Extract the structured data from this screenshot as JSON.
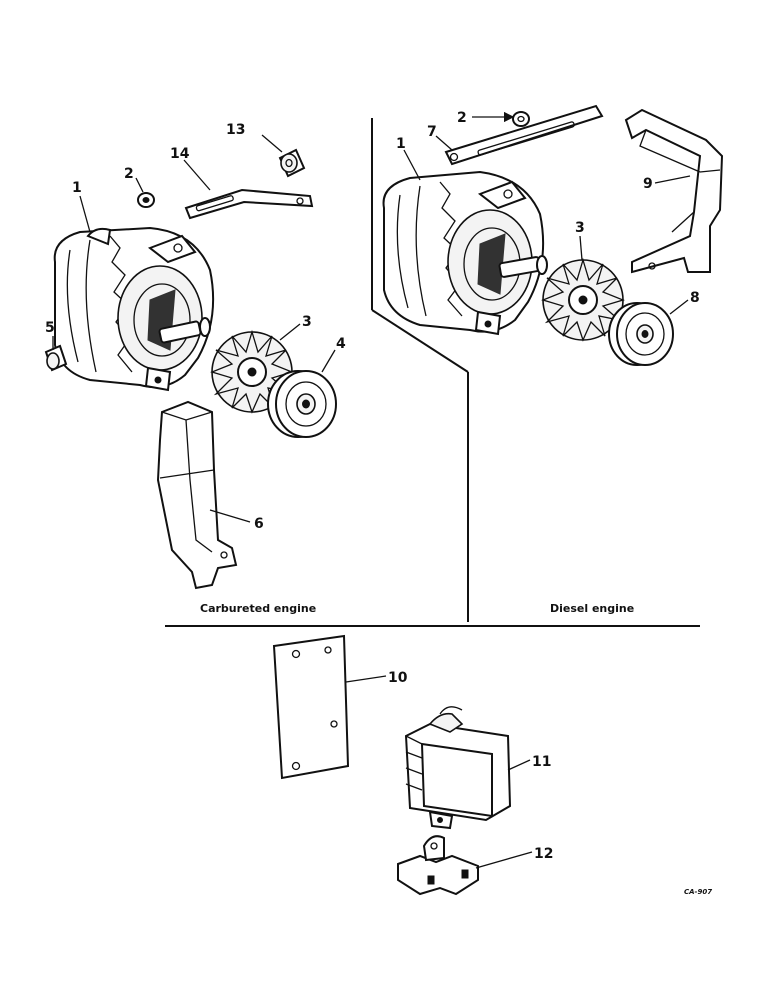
{
  "captions": {
    "left": "Carbureted engine",
    "right": "Diesel engine"
  },
  "drawing_code": "CA-907",
  "callouts": {
    "c1_left": "1",
    "c2_left": "2",
    "c3_left": "3",
    "c4": "4",
    "c5": "5",
    "c6": "6",
    "c13": "13",
    "c14": "14",
    "c1_right": "1",
    "c2_right": "2",
    "c3_right": "3",
    "c7": "7",
    "c8": "8",
    "c9": "9",
    "c10": "10",
    "c11": "11",
    "c12": "12"
  }
}
